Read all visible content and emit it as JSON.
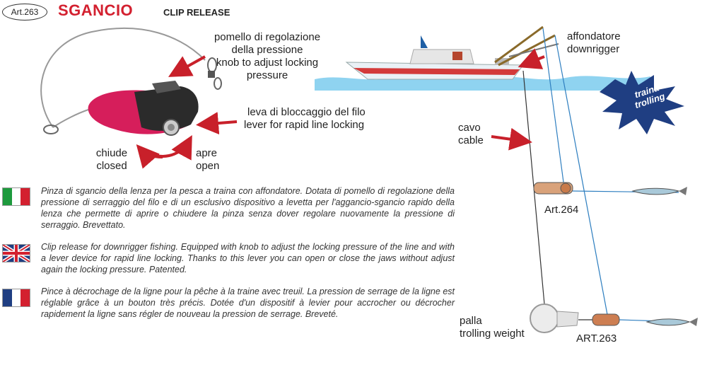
{
  "header": {
    "article": "Art.263",
    "title": "SGANCIO",
    "subtitle": "CLIP RELEASE"
  },
  "labels": {
    "knob": [
      "pomello di regolazione",
      "della pressione",
      "knob to adjust locking",
      "pressure"
    ],
    "lever": [
      "leva di bloccaggio del filo",
      "lever for rapid line locking"
    ],
    "closed": [
      "chiude",
      "closed"
    ],
    "open": [
      "apre",
      "open"
    ],
    "downrigger": [
      "affondatore",
      "downrigger"
    ],
    "trolling_badge": [
      "traina",
      "trolling"
    ],
    "cable": [
      "cavo",
      "cable"
    ],
    "art264": "Art.264",
    "weight": [
      "palla",
      "trolling weight"
    ],
    "art263": "ART.263"
  },
  "descriptions": {
    "it": "Pinza di sgancio della lenza per la pesca a traina con affondatore. Dotata di pomello di regolazione della pressione di serraggio del filo e di un esclusivo dispositivo a levetta per l'aggancio-sgancio rapido della lenza che permette di aprire o chiudere la pinza senza dover regolare nuovamente la pressione di serraggio. Brevettato.",
    "en": "Clip release for downrigger fishing. Equipped with knob to adjust the locking pressure of the line and with a lever device for rapid line locking. Thanks to this lever you can open or close the jaws without adjust again the locking pressure. Patented.",
    "fr": "Pince à décrochage de la ligne  pour la pêche à la traine avec treuil. La pression de serrage de la ligne est réglable grâce à un bouton très précis. Dotée d'un dispositif à levier pour accrocher ou décrocher rapidement la ligne sans régler de nouveau la pression de serrage. Breveté."
  },
  "colors": {
    "brand_red": "#d3202f",
    "arrow_red": "#c8202a",
    "water": "#8fd3f0",
    "line_blue": "#2f7fc0"
  },
  "icons": [
    "italy-flag-icon",
    "uk-flag-icon",
    "france-flag-icon"
  ]
}
